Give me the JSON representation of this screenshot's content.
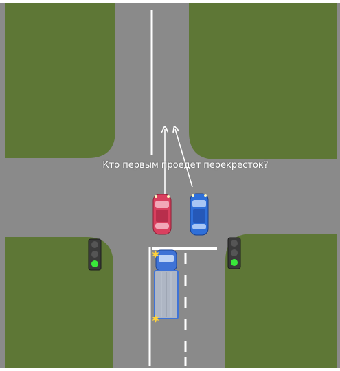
{
  "question": "Кто первым проедет перекресток?",
  "colors": {
    "grass": "#5e7736",
    "road": "#8a8a8a",
    "marking": "#ffffff",
    "red_car": "#d9405f",
    "blue_car": "#2f6fd8",
    "truck_cab": "#3f73d6",
    "truck_body": "#aeb6c4",
    "light_green": "#39e83a"
  },
  "scene": {
    "vehicles": [
      "red-car",
      "blue-car",
      "truck"
    ],
    "traffic_lights": [
      {
        "side": "left",
        "active": "green"
      },
      {
        "side": "right",
        "active": "green"
      }
    ],
    "arrows": [
      "straight",
      "straight"
    ]
  }
}
